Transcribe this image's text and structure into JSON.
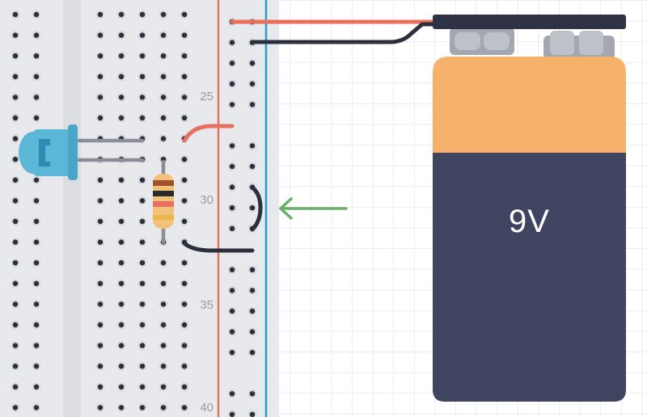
{
  "breadboard": {
    "row_labels": [
      "25",
      "30",
      "35",
      "40"
    ],
    "colors": {
      "board": "#e8e9ec",
      "channel": "#dcdde1",
      "hole": "#2a2f3e",
      "positive_rail_line": "#e8705f",
      "negative_rail_line": "#2d9ec6"
    }
  },
  "components": {
    "led": {
      "name": "led",
      "color": "#5bb7d6"
    },
    "resistor": {
      "name": "resistor",
      "bands": [
        "#a0522d",
        "#2b2b2b",
        "#e8705f",
        "#e8b64a"
      ]
    },
    "battery": {
      "label": "9V",
      "top_color": "#f6b26b",
      "body_color": "#3f4560",
      "cap_color": "#2f3243",
      "terminal_color": "#a4a6b0"
    }
  },
  "wires": {
    "red": "#e8705f",
    "black": "#2b2f3e"
  },
  "indicator": {
    "name": "arrow",
    "color": "#6ab06b"
  }
}
